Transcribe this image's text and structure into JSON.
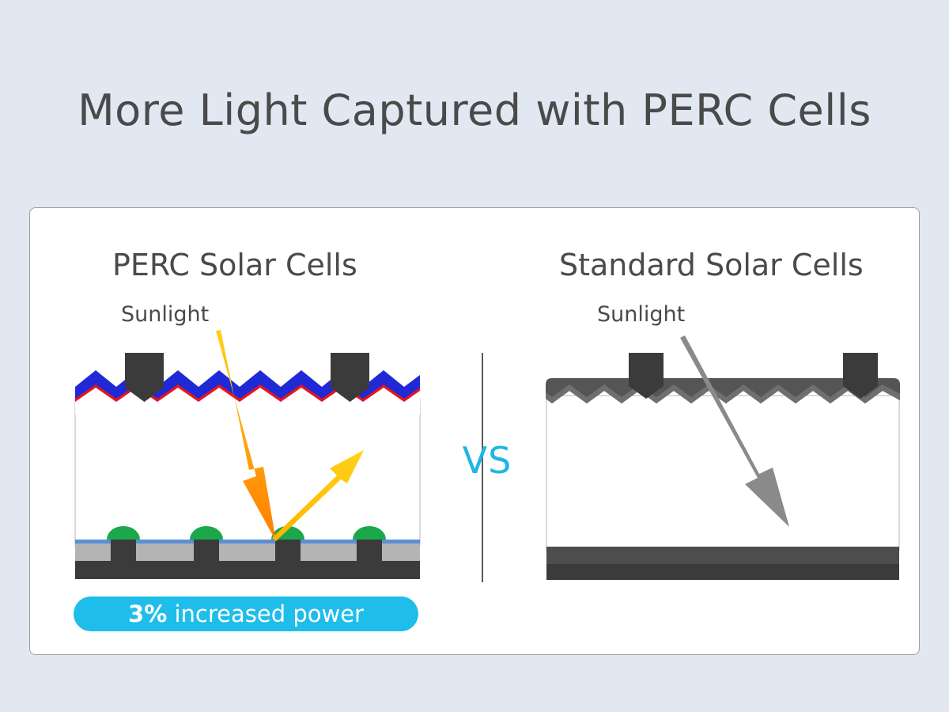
{
  "title": "More Light Captured with PERC Cells",
  "comparison_label": "VS",
  "perc": {
    "title": "PERC Solar Cells",
    "sunlight_label": "Sunlight",
    "badge": {
      "value": "3%",
      "text": " increased power"
    }
  },
  "standard": {
    "title": "Standard Solar Cells",
    "sunlight_label": "Sunlight"
  },
  "colors": {
    "background": "#e1e8f1",
    "accent": "#1fbde9",
    "perc_top_layer": "#1f2ad6",
    "perc_emitter_layer": "#e8141b",
    "contact": "#3b3b3b",
    "passivation": "#5b8fd6",
    "rear_contact": "#1aa84a",
    "incoming_light": "#ffa600",
    "reflected_light": "#ffc21a",
    "standard_light": "#8a8a8a"
  },
  "icons": [
    "sunlight-arrow-icon",
    "reflected-light-arrow-icon"
  ]
}
